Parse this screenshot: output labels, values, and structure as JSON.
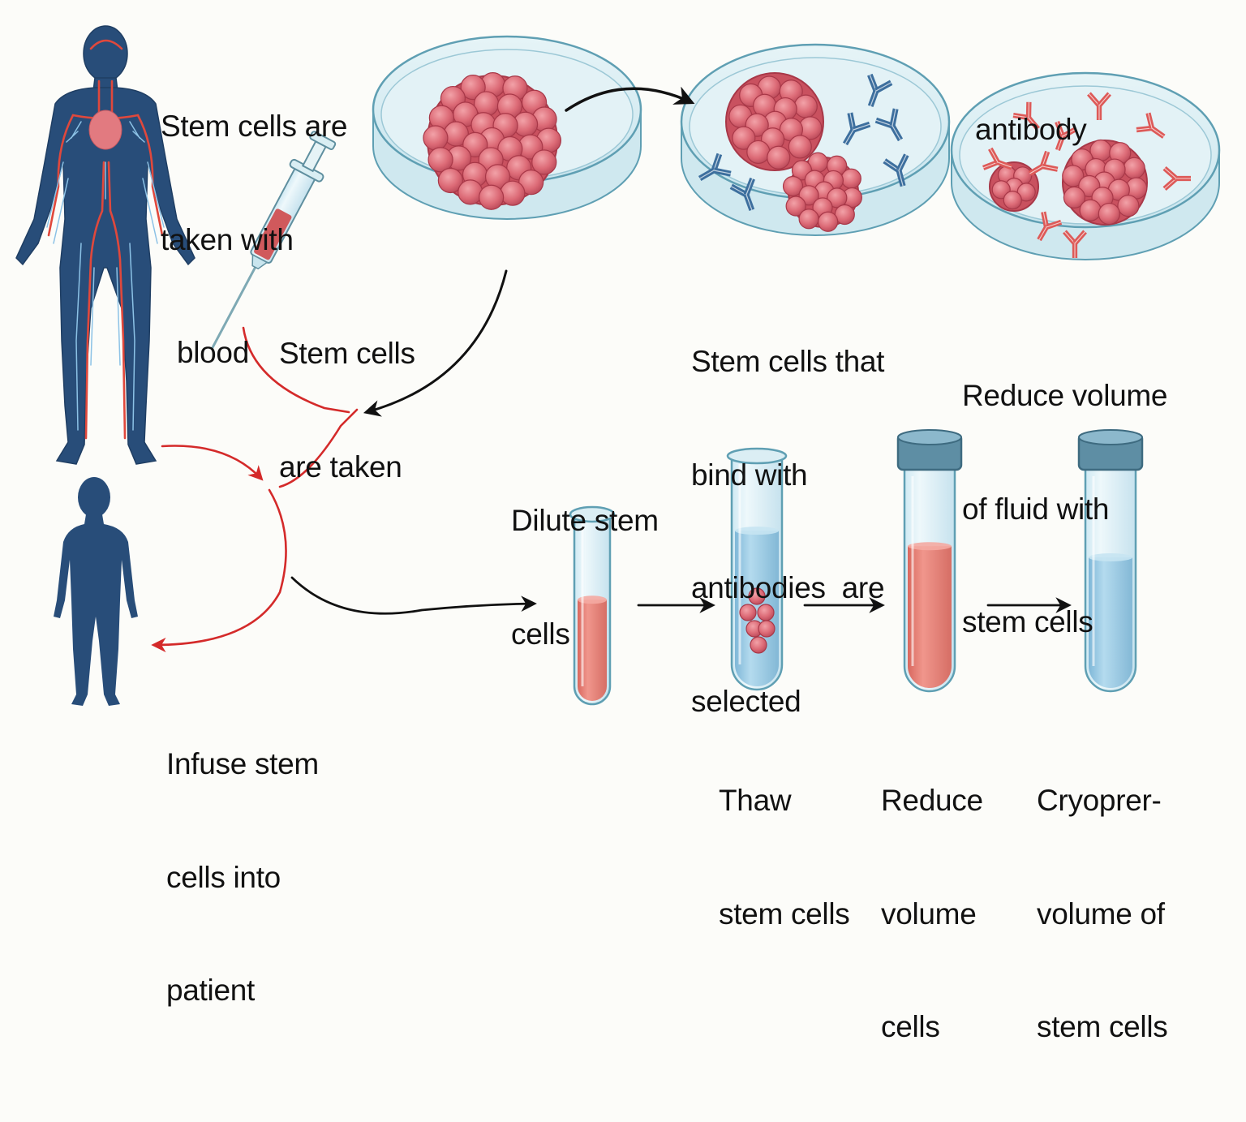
{
  "diagram": {
    "title": "",
    "labels": {
      "donor": [
        "Stem cells are",
        "taken with",
        "  blood"
      ],
      "syringe": [
        "Stem cells",
        "are taken"
      ],
      "antibody": [
        "antibody"
      ],
      "select": [
        "Stem cells that",
        "bind with",
        "antibodies  are",
        "selected"
      ],
      "reduce_fluid": [
        "Reduce volume",
        "of fluid with",
        "stem cells"
      ],
      "dilute": [
        "Dilute stem",
        "cells"
      ],
      "infuse": [
        "Infuse stem",
        "cells into",
        "patient"
      ],
      "thaw": [
        "Thaw",
        "stem cells"
      ],
      "reduce_cells": [
        "Reduce",
        "volume",
        "cells"
      ],
      "cryo": [
        "Cryoprer-",
        "volume of",
        "stem cells"
      ]
    },
    "nodes": [
      {
        "id": "donor",
        "type": "human-figure-with-circulation"
      },
      {
        "id": "syringe",
        "type": "syringe",
        "contents": "blood"
      },
      {
        "id": "dish-1",
        "type": "petri-dish",
        "contents": "stem cell cluster"
      },
      {
        "id": "dish-2",
        "type": "petri-dish",
        "contents": "stem cell clusters with blue antibodies"
      },
      {
        "id": "dish-3",
        "type": "petri-dish",
        "contents": "stem cell clusters with red antibodies"
      },
      {
        "id": "patient",
        "type": "human-silhouette"
      },
      {
        "id": "tube-dilute",
        "type": "test-tube",
        "liquid": "red",
        "fill_fraction": 0.55
      },
      {
        "id": "tube-thaw",
        "type": "test-tube",
        "liquid": "blue",
        "fill_fraction": 0.68,
        "contents": "cell cluster"
      },
      {
        "id": "tube-reduce",
        "type": "capped-tube",
        "liquid": "red",
        "fill_fraction": 0.65
      },
      {
        "id": "tube-cryo",
        "type": "capped-tube",
        "liquid": "blue",
        "fill_fraction": 0.6
      }
    ],
    "edges": [
      {
        "from": "dish-1",
        "to": "dish-2",
        "color": "black"
      },
      {
        "from": "syringe",
        "to": "junction",
        "color": "red"
      },
      {
        "from": "dish-1",
        "to": "junction",
        "color": "black"
      },
      {
        "from": "donor",
        "to": "patient-loop",
        "color": "red"
      },
      {
        "from": "patient-loop",
        "to": "patient",
        "color": "red"
      },
      {
        "from": "patient-loop",
        "to": "tube-dilute",
        "color": "black"
      },
      {
        "from": "tube-dilute",
        "to": "tube-thaw",
        "color": "black"
      },
      {
        "from": "tube-thaw",
        "to": "tube-reduce",
        "color": "black"
      },
      {
        "from": "tube-reduce",
        "to": "tube-cryo",
        "color": "black"
      }
    ],
    "colors": {
      "body": "#284d79",
      "artery": "#e0483c",
      "vein": "#8cc2e6",
      "cell": "#d9636f",
      "cell_dark": "#a83848",
      "dish": "#d9eef3",
      "dish_edge": "#5f9fb3",
      "antibody_blue": "#3d6f9e",
      "antibody_red": "#dd5a58",
      "liquid_red": "#e57f76",
      "liquid_blue": "#9ccbe4",
      "cap": "#5e8ea4",
      "arrow_red": "#d42a2a",
      "arrow_black": "#111111"
    }
  }
}
